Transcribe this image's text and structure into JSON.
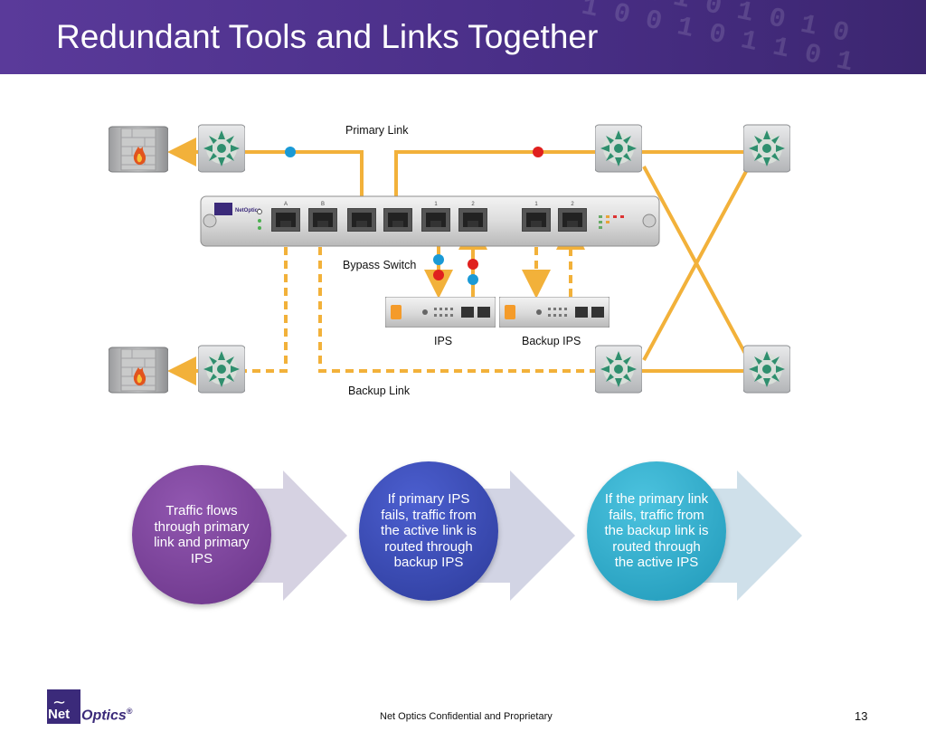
{
  "slide": {
    "title": "Redundant Tools and Links Together",
    "footer": "Net Optics Confidential and Proprietary",
    "page_number": "13"
  },
  "diagram": {
    "labels": {
      "primary_link": "Primary Link",
      "bypass_switch": "Bypass Switch",
      "ips": "IPS",
      "backup_ips": "Backup IPS",
      "backup_link": "Backup Link"
    },
    "port_labels": [
      "A",
      "B",
      "1",
      "2",
      "1",
      "2"
    ],
    "device_brand": "NetOptics",
    "colors": {
      "link": "#f2b13a",
      "dot_blue": "#1a9ad6",
      "dot_red": "#e0201e"
    }
  },
  "steps": [
    {
      "text": "Traffic flows through primary link and primary IPS",
      "color": "#7a3f97"
    },
    {
      "text": "If primary IPS fails, traffic from the active link is routed through backup IPS",
      "color": "#3a4bb0"
    },
    {
      "text": "If the primary link fails, traffic from the backup link is routed through the active IPS",
      "color": "#2aa9c9"
    }
  ],
  "logo": {
    "part1": "Net",
    "part2": "Optics",
    "mark": "®"
  },
  "icons": {
    "firewall": "firewall-icon",
    "switch": "network-switch-icon",
    "bypass": "bypass-switch-device",
    "ips": "ips-appliance-icon"
  }
}
